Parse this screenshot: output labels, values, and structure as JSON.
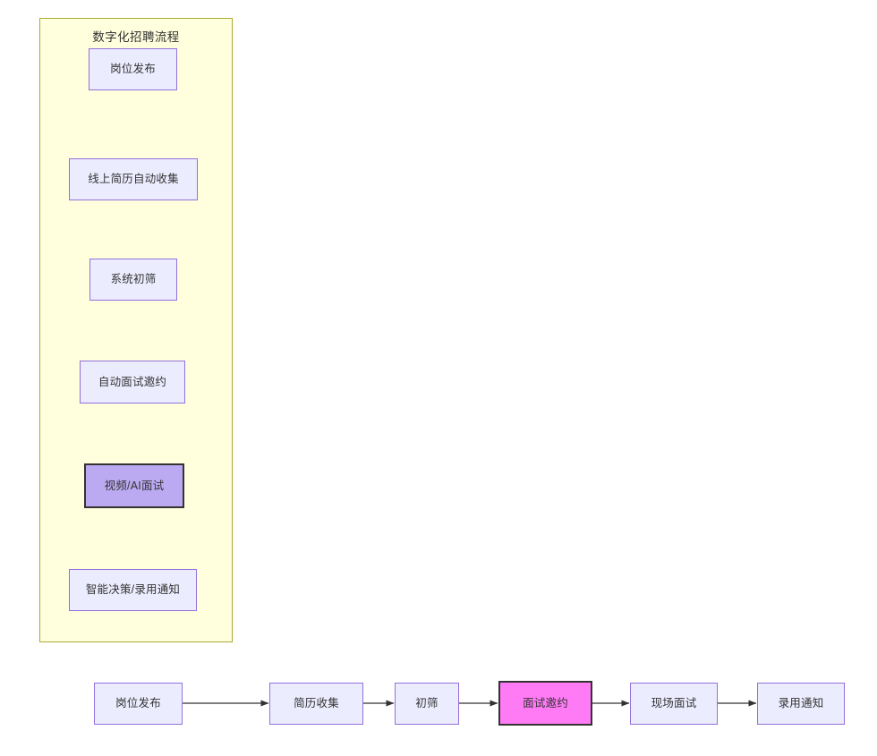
{
  "diagram": {
    "kind": "flowchart",
    "background": "#ffffff",
    "palette": {
      "node_fill": "#ececff",
      "node_stroke": "#9370db",
      "subgraph_fill": "#ffffde",
      "subgraph_stroke": "#aaaa33",
      "highlight_purple_fill": "#bbaaf2",
      "highlight_pink_fill": "#ff7af5",
      "highlight_stroke": "#333333",
      "edge_stroke": "#333333",
      "text_color": "#333333"
    },
    "subgraph": {
      "title": "数字化招聘流程",
      "nodes": [
        {
          "id": "v1",
          "label": "岗位发布"
        },
        {
          "id": "v2",
          "label": "线上简历自动收集"
        },
        {
          "id": "v3",
          "label": "系统初筛"
        },
        {
          "id": "v4",
          "label": "自动面试邀约"
        },
        {
          "id": "v5",
          "label": "视频/AI面试",
          "style": "highlight-purple"
        },
        {
          "id": "v6",
          "label": "智能决策/录用通知"
        }
      ],
      "edges": [
        {
          "from": "v1",
          "to": "v2"
        },
        {
          "from": "v2",
          "to": "v3"
        },
        {
          "from": "v3",
          "to": "v4"
        },
        {
          "from": "v4",
          "to": "v5"
        },
        {
          "from": "v5",
          "to": "v6"
        }
      ]
    },
    "bottom_flow": {
      "nodes": [
        {
          "id": "h1",
          "label": "岗位发布"
        },
        {
          "id": "h2",
          "label": "简历收集"
        },
        {
          "id": "h3",
          "label": "初筛"
        },
        {
          "id": "h4",
          "label": "面试邀约",
          "style": "highlight-pink"
        },
        {
          "id": "h5",
          "label": "现场面试"
        },
        {
          "id": "h6",
          "label": "录用通知"
        }
      ],
      "edges": [
        {
          "from": "h1",
          "to": "h2"
        },
        {
          "from": "h2",
          "to": "h3"
        },
        {
          "from": "h3",
          "to": "h4"
        },
        {
          "from": "h4",
          "to": "h5"
        },
        {
          "from": "h5",
          "to": "h6"
        }
      ]
    }
  }
}
